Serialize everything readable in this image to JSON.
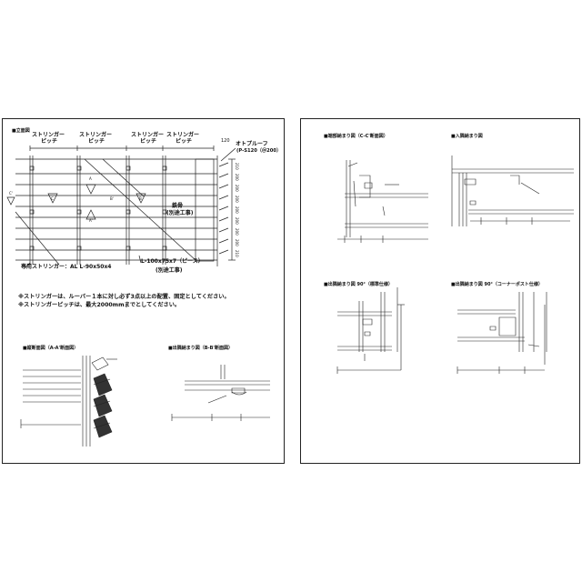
{
  "left_sheet": {
    "elevation": {
      "title": "■立面図",
      "stringer_label": "ストリンガー",
      "pitch_label": "ピッチ",
      "dim_120": "120",
      "product_name": "オトプルーフ",
      "product_code": "(P-S120（＠200）",
      "column_label": "鉄骨",
      "column_sub": "(別途工事)",
      "section_marks": [
        "A",
        "A'",
        "C",
        "C'",
        "B",
        "B'"
      ],
      "row_dims": [
        "210",
        "200",
        "200",
        "200",
        "200",
        "200",
        "200",
        "200",
        "210"
      ],
      "stringer_spec": "専用ストリンガー：AL L-90x50x4",
      "piece_spec": "L-100x75x7（ピース）",
      "piece_sub": "(別途工事)"
    },
    "notes": [
      "※ストリンガーは、ルーバー１本に対し必ず3点以上の配置、固定としてください。",
      "※ストリンガーピッチは、最大2000mmまでとしてください。"
    ],
    "detail_a": {
      "title": "■縦断面図（A-A'断面図）"
    },
    "detail_b": {
      "title": "■出隅納まり図（B-B'断面図）"
    }
  },
  "right_sheet": {
    "detail_c": {
      "title": "■端部納まり図（C-C'断面図）"
    },
    "detail_d": {
      "title": "■入隅納まり図"
    },
    "detail_e": {
      "title": "■出隅納まり図 90°（標準仕様）"
    },
    "detail_f": {
      "title": "■出隅納まり図 90°（コーナーポスト仕様）"
    }
  }
}
